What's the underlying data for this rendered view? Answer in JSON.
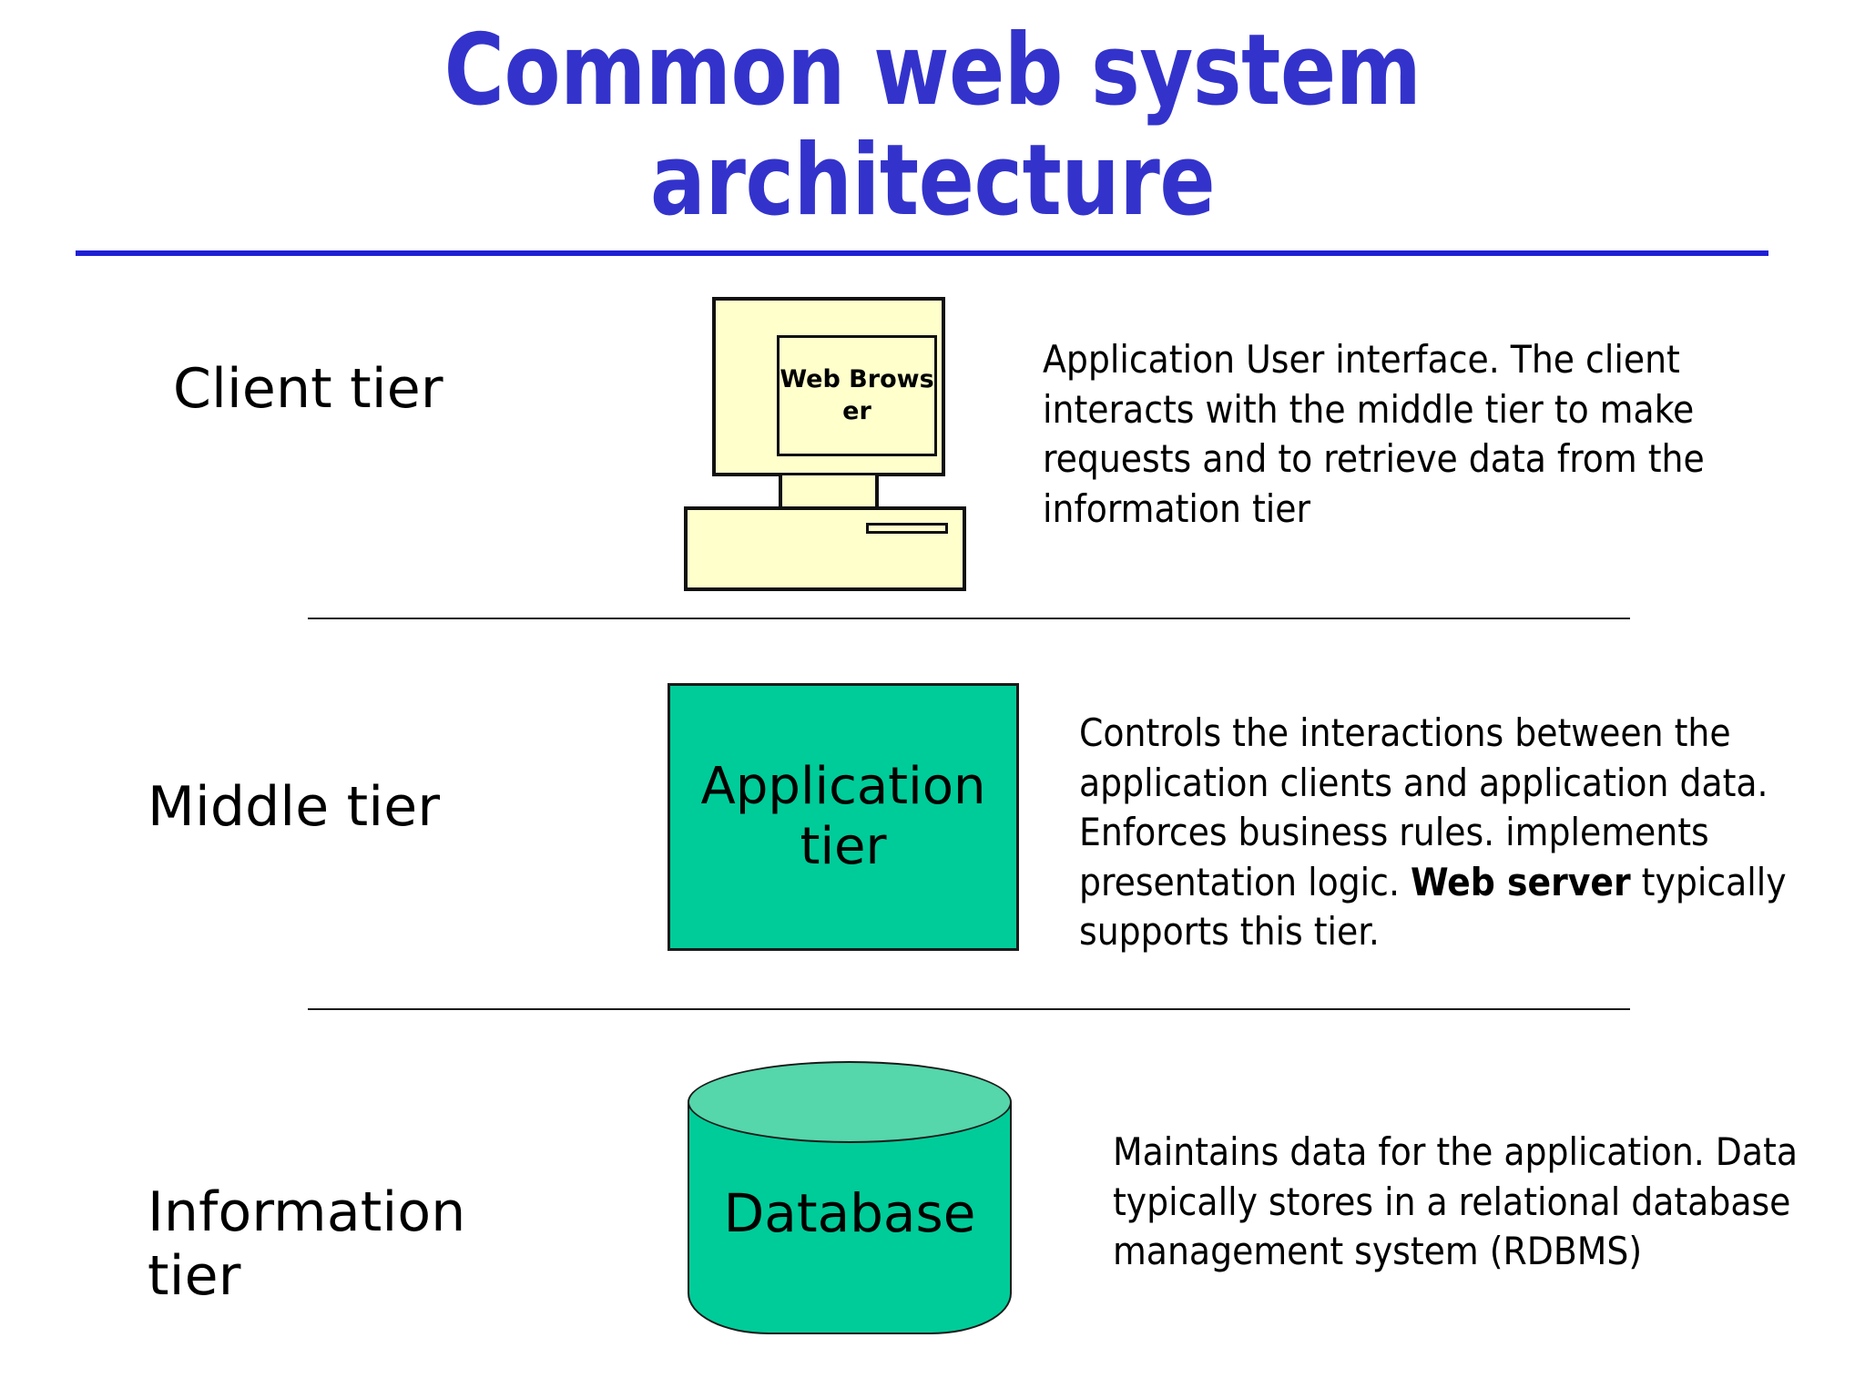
{
  "slide": {
    "title": "Common web system architecture",
    "title_color": "#3333cc",
    "rule_color": "#1f1fd6",
    "background": "#ffffff"
  },
  "tiers": [
    {
      "id": "client",
      "label": "Client tier",
      "graphic": "desktop-computer-icon",
      "graphic_colors": {
        "fill": "#ffffcc",
        "stroke": "#111111"
      },
      "graphic_label": "Web Browser",
      "description": "Application User interface. The client interacts with the middle tier to make requests and to retrieve data from the information tier"
    },
    {
      "id": "middle",
      "label": "Middle tier",
      "graphic": "rectangle-box",
      "graphic_colors": {
        "fill": "#00cc99",
        "stroke": "#1a1a1a"
      },
      "graphic_label": "Application tier",
      "description_parts": [
        {
          "text": "Controls the interactions between the application clients and application data.  Enforces business rules. implements presentation logic. ",
          "bold": false
        },
        {
          "text": "Web server",
          "bold": true
        },
        {
          "text": " typically supports this tier.",
          "bold": false
        }
      ]
    },
    {
      "id": "information",
      "label": "Information tier",
      "graphic": "database-cylinder-icon",
      "graphic_colors": {
        "fill": "#00cc99",
        "top_fill": "#55d6ab",
        "stroke": "#1a1a1a"
      },
      "graphic_label": "Database",
      "description": "Maintains data for the application. Data typically stores in a relational database management system (RDBMS)"
    }
  ],
  "separators": {
    "count": 2,
    "color": "#1b1b1b"
  }
}
